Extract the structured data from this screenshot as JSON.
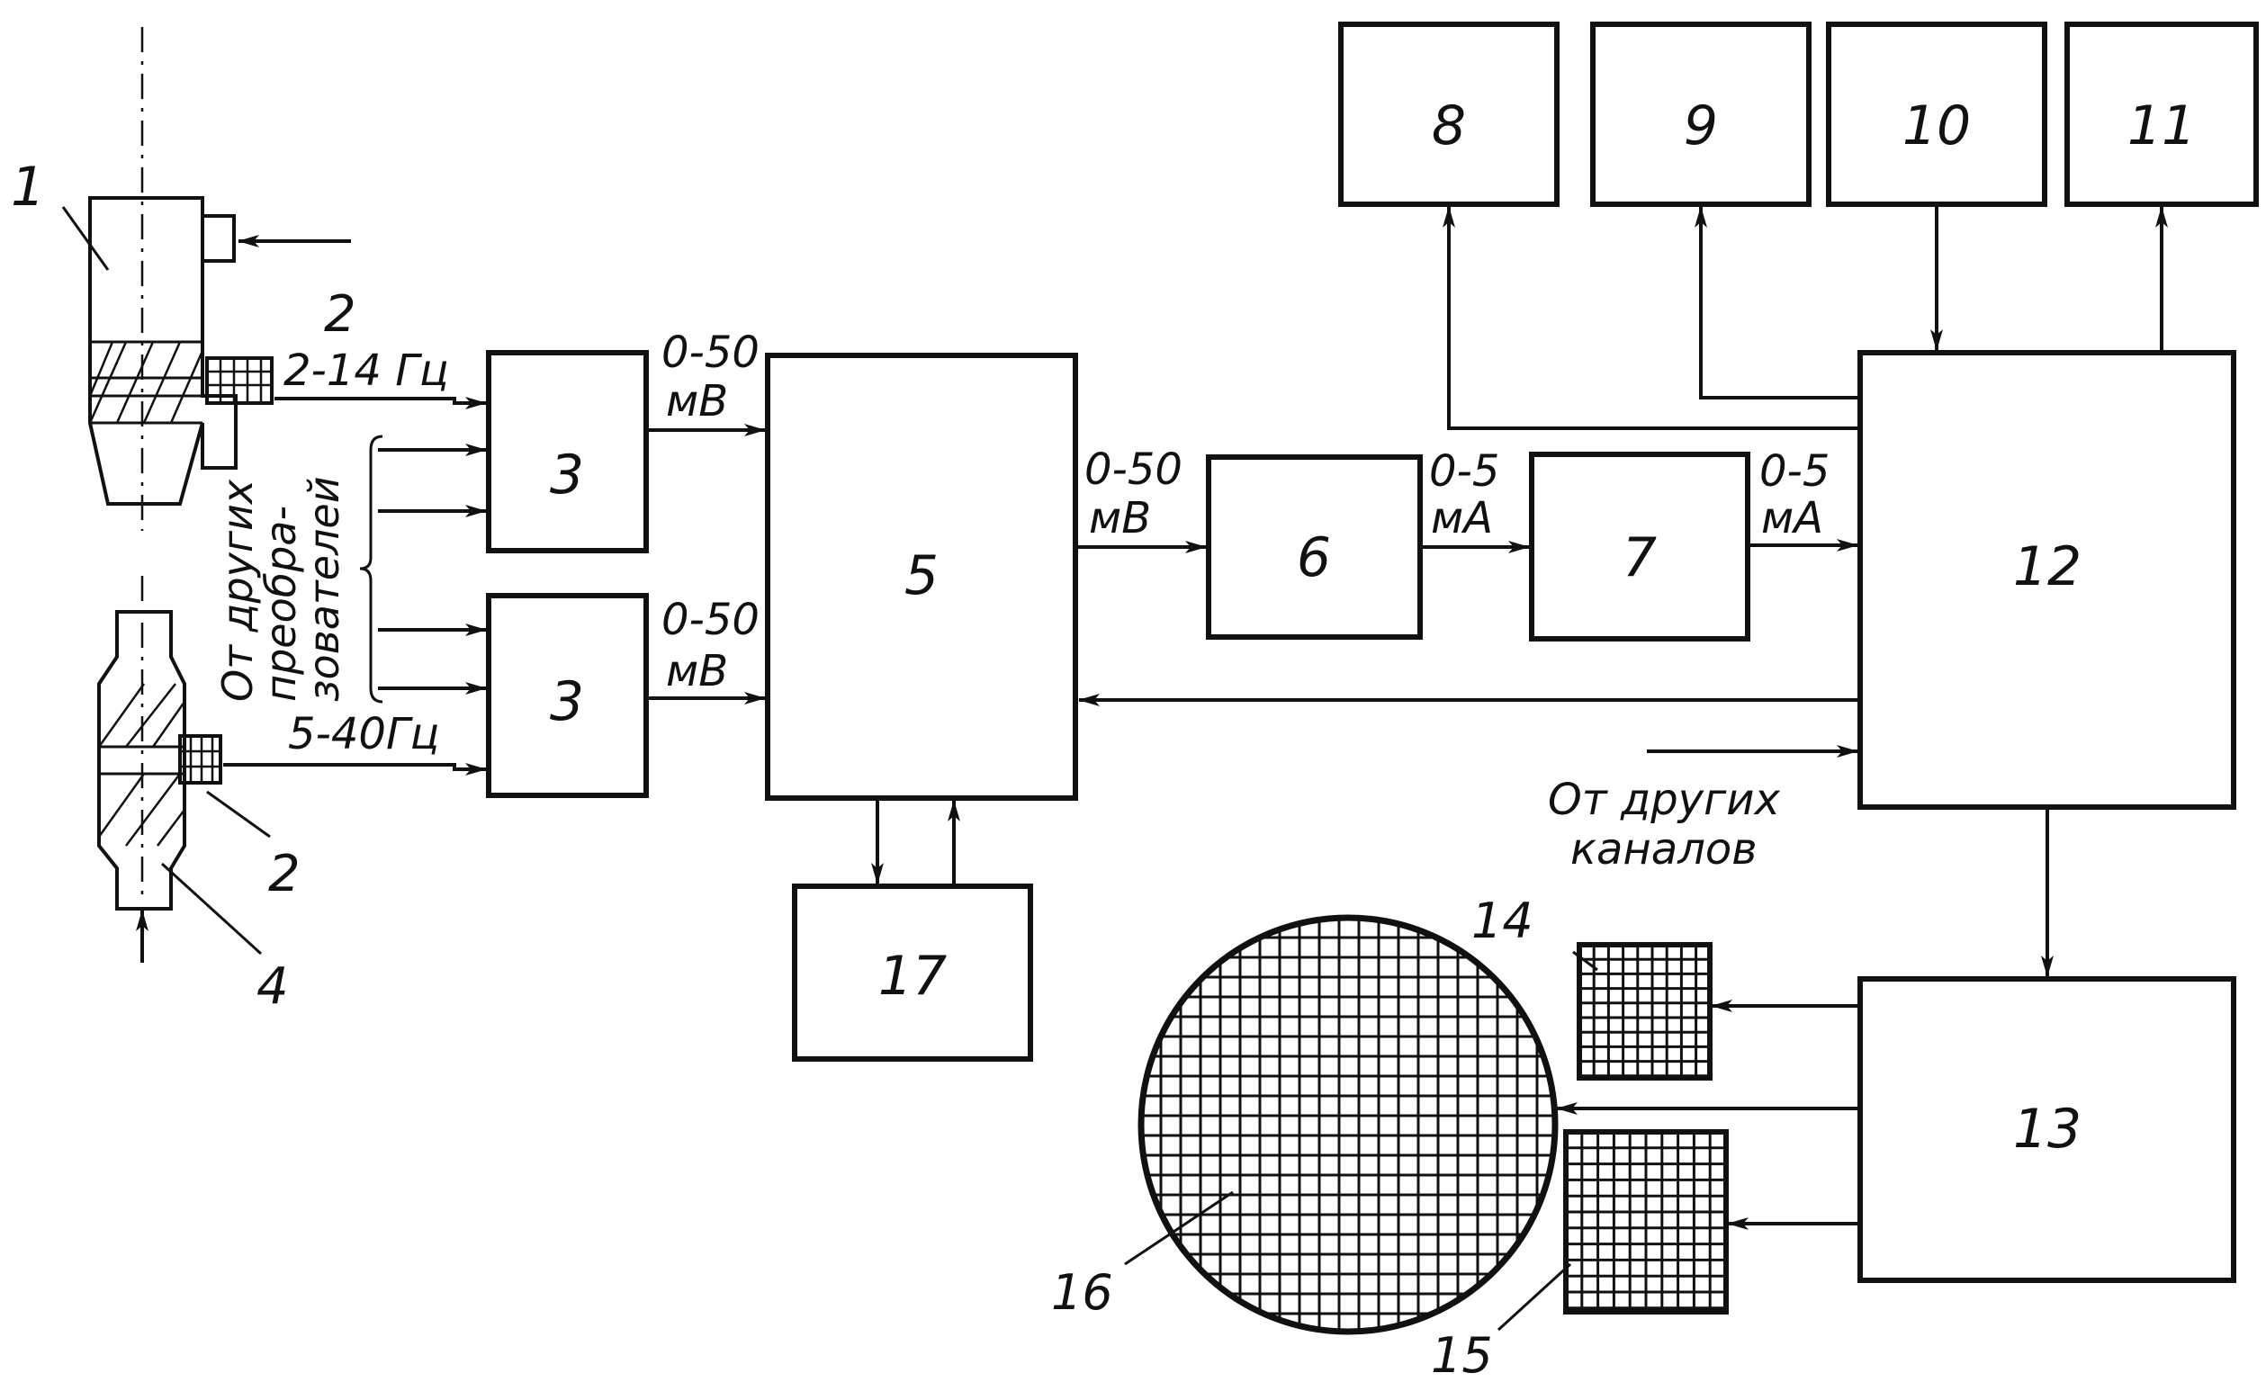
{
  "blocks": {
    "b3a": "3",
    "b3b": "3",
    "b5": "5",
    "b6": "6",
    "b7": "7",
    "b8": "8",
    "b9": "9",
    "b10": "10",
    "b11": "11",
    "b12": "12",
    "b13": "13",
    "b17": "17"
  },
  "callouts": {
    "c1": "1",
    "c2a": "2",
    "c2b": "2",
    "c4": "4",
    "c14": "14",
    "c15": "15",
    "c16": "16"
  },
  "signals": {
    "freq_top": "2-14 Гц",
    "freq_bottom": "5-40Гц",
    "v_top_1": "0-50",
    "v_top_2": "мВ",
    "v_bot_1": "0-50",
    "v_bot_2": "мВ",
    "v_out_1": "0-50",
    "v_out_2": "мВ",
    "i_67_1": "0-5",
    "i_67_2": "мА",
    "i_712_1": "0-5",
    "i_712_2": "мА"
  },
  "notes": {
    "other_converters_1": "От других",
    "other_converters_2": "преобра-",
    "other_converters_3": "зователей",
    "other_channels_1": "От других",
    "other_channels_2": "каналов"
  }
}
